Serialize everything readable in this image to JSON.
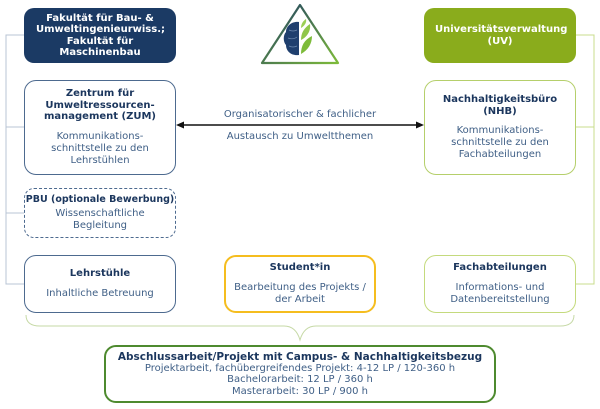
{
  "colors": {
    "navy": "#1b3a64",
    "olive_green": "#8aac1c",
    "light_green": "#b5cf6b",
    "yellow": "#f5bd1f",
    "dark_green": "#4e8a2f",
    "text_blue": "#3f5f86"
  },
  "logo": {
    "icon": "brain-leaf-triangle-icon"
  },
  "faculty": {
    "title": "Fakultät für Bau- & Umweltingenieurwiss.; Fakultät für Maschinenbau"
  },
  "administration": {
    "title": "Universitätsverwaltung (UV)"
  },
  "zum": {
    "title": "Zentrum für Umweltressourcen-management (ZUM)",
    "description": "Kommunikations-schnittstelle zu den Lehrstühlen"
  },
  "nhb": {
    "title": "Nachhaltigkeitsbüro (NHB)",
    "description": "Kommunikations-schnittstelle zu den Fachabteilungen"
  },
  "exchange": {
    "line1": "Organisatorischer & fachlicher",
    "line2": "Austausch zu Umweltthemen"
  },
  "pbu": {
    "title": "PBU (optionale Bewerbung)",
    "description": "Wissenschaftliche Begleitung"
  },
  "chairs": {
    "title": "Lehrstühle",
    "description": "Inhaltliche Betreuung"
  },
  "student": {
    "title": "Student*in",
    "description": "Bearbeitung des Projekts / der Arbeit"
  },
  "departments": {
    "title": "Fachabteilungen",
    "description": "Informations- und Datenbereitstellung"
  },
  "final": {
    "title": "Abschlussarbeit/Projekt mit Campus- & Nachhaltigkeitsbezug",
    "lines": [
      "Projektarbeit, fachübergreifendes Projekt: 4-12 LP / 120-360 h",
      "Bachelorarbeit: 12 LP / 360 h",
      "Masterarbeit: 30 LP / 900 h"
    ]
  }
}
